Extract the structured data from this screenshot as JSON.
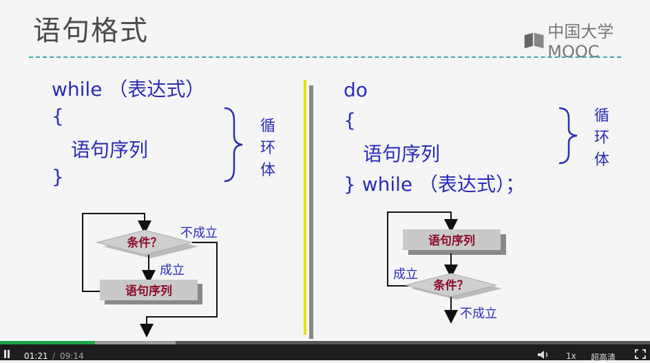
{
  "slide": {
    "title": "语句格式",
    "logo_text": "中国大学MOOC",
    "left": {
      "line1": "while （表达式）",
      "open_brace": "{",
      "body": "语句序列",
      "close_brace": "}",
      "brace_label": [
        "循",
        "环",
        "体"
      ],
      "flow": {
        "cond": "条件？",
        "stmt": "语句序列",
        "yes": "成立",
        "no": "不成立"
      }
    },
    "right": {
      "line1": "do",
      "open_brace": "{",
      "body": "语句序列",
      "close_line": "} while （表达式）；",
      "brace_label": [
        "循",
        "环",
        "体"
      ],
      "flow": {
        "stmt": "语句序列",
        "cond": "条件？",
        "yes": "成立",
        "no": "不成立"
      }
    }
  },
  "player": {
    "current_time": "01:21",
    "separator": "/",
    "duration": "09:14",
    "speed": "1x",
    "quality": "超高清",
    "progress_fraction": 0.146,
    "buffered_fraction": 0.27,
    "icons": [
      "pause-icon",
      "volume-icon",
      "fullscreen-icon"
    ]
  }
}
